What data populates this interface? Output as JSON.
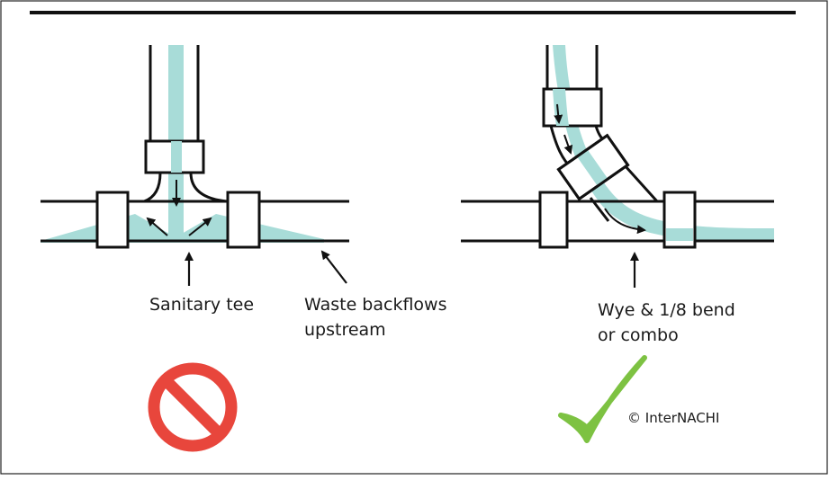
{
  "labels": {
    "sanitary_tee": "Sanitary tee",
    "waste_backflows_line1": "Waste backflows",
    "waste_backflows_line2": "upstream",
    "wye_line1": "Wye & 1/8 bend",
    "wye_line2": "or combo",
    "copyright": "© InterNACHI"
  },
  "verdicts": {
    "left": "prohibited",
    "right": "approved"
  },
  "icons": {
    "left": "no-symbol-icon",
    "right": "checkmark-icon",
    "arrows": "arrow-icon"
  },
  "colors": {
    "water": "#a8dcd8",
    "outline": "#111111",
    "prohibited": "#e8463c",
    "approved": "#7dc242",
    "frame": "#222222"
  }
}
